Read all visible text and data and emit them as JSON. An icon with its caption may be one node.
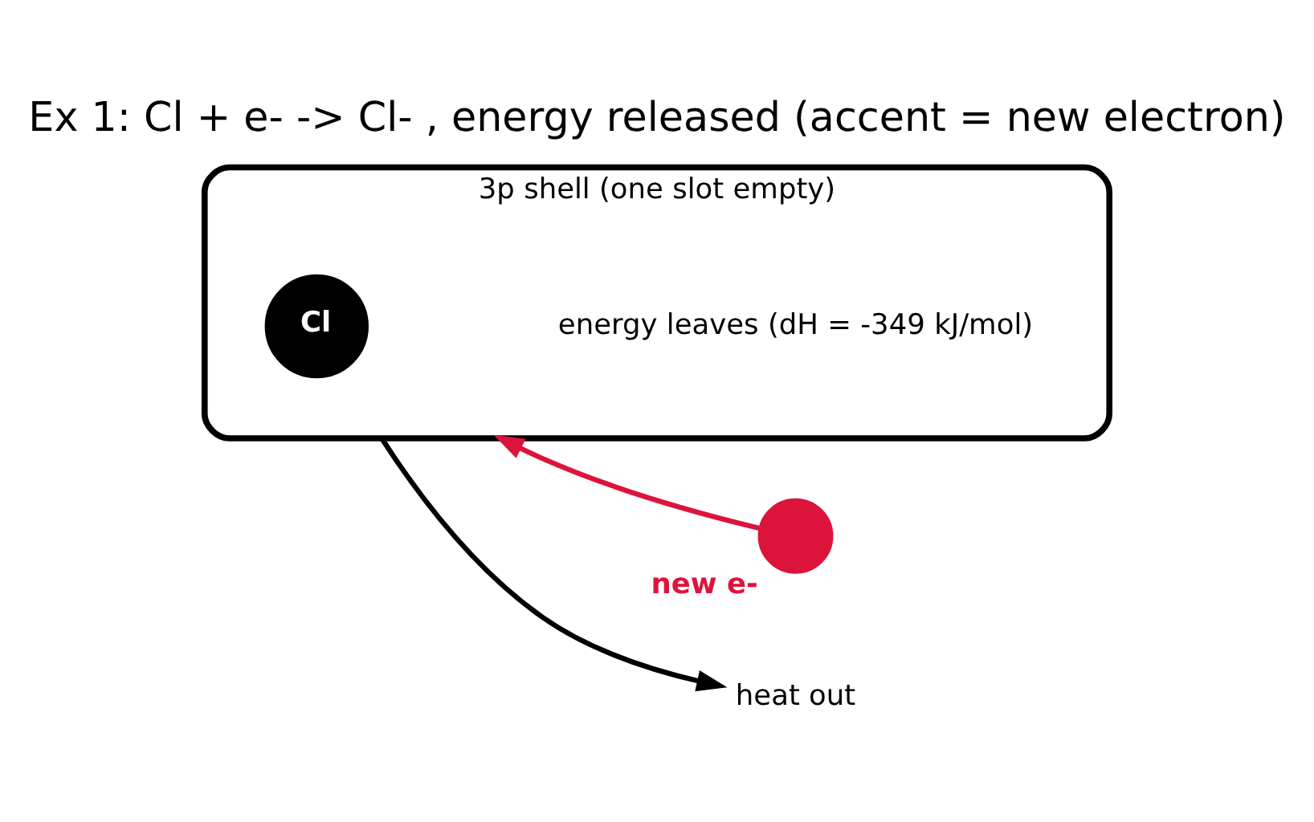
{
  "diagram": {
    "title": "Ex 1: Cl + e- -> Cl- , energy released (accent = new electron)",
    "nodes": [
      {
        "text": [
          "3p shell (one slot empty)"
        ]
      },
      {
        "text": [
          "Cl"
        ],
        "in": 0
      },
      {
        "text": [
          "new e-"
        ]
      },
      {
        "text": [
          "heat out"
        ]
      }
    ],
    "edges": [
      {
        "from": 2,
        "to": 0,
        "arrow": "to",
        "color": "#dc143c"
      },
      {
        "from": 0,
        "to": 3,
        "arrow": "to",
        "color": "#000000"
      }
    ],
    "labels": [
      "energy leaves (dH = -349 kJ/mol)"
    ]
  }
}
